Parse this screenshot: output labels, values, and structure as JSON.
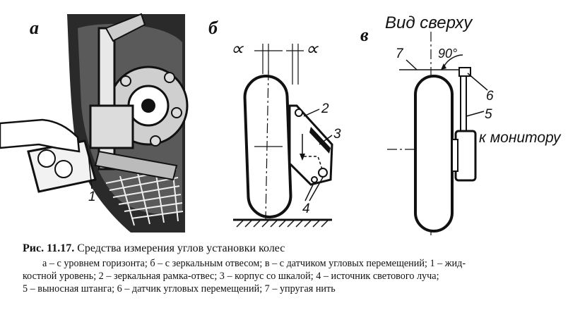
{
  "figure": {
    "panels": {
      "a": {
        "letter": "а",
        "label_1": "1"
      },
      "b": {
        "letter": "б",
        "alpha_left": "∝",
        "alpha_right": "∝",
        "label_2": "2",
        "label_3": "3",
        "label_4": "4"
      },
      "v": {
        "letter": "в",
        "view_title": "Вид сверху",
        "angle": "90°",
        "label_7": "7",
        "label_6": "6",
        "label_5": "5",
        "to_monitor": "к монитору"
      }
    }
  },
  "caption": {
    "title_prefix": "Рис. 11.17.",
    "title_text": "Средства измерения углов установки колес",
    "line1": "а – с уровнем горизонта; б – с зеркальным отвесом; в – с датчиком угловых перемещений; 1 – жид-",
    "line2": "костной уровень; 2 – зеркальная рамка-отвес; 3 – корпус со шкалой; 4 – источник светового луча;",
    "line3": "5 – выносная штанга; 6 – датчик угловых перемещений; 7 – упругая нить"
  }
}
